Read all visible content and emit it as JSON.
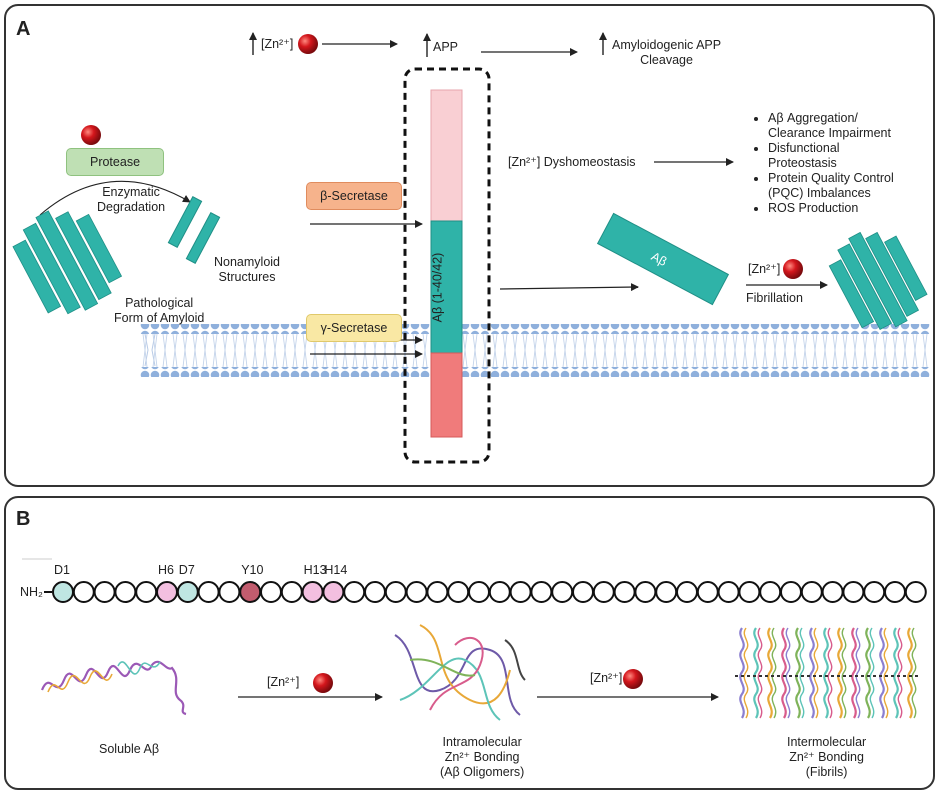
{
  "panel_a": {
    "label": "A",
    "zn_text": "[Zn²⁺]",
    "app_text": "APP",
    "cleavage_text": "Amyloidogenic APP\nCleavage",
    "protease": "Protease",
    "enzymatic": "Enzymatic\nDegradation",
    "nonamyloid": "Nonamyloid\nStructures",
    "pathological": "Pathological\nForm of Amyloid",
    "beta_secretase": "β-Secretase",
    "gamma_secretase": "γ-Secretase",
    "abeta_segment": "Aβ (1-40/42)",
    "dyshomeostasis": "[Zn²⁺] Dyshomeostasis",
    "effects": [
      "Aβ Aggregation/\nClearance Impairment",
      "Disfunctional\nProteostasis",
      "Protein Quality Control\n(PQC) Imbalances",
      "ROS Production"
    ],
    "abeta_rect": "Aβ",
    "fibril_zn": "[Zn²⁺]",
    "fibrillation": "Fibrillation"
  },
  "panel_b": {
    "label": "B",
    "nh2": "NH₂",
    "residue_count": 42,
    "residues": [
      {
        "name": "D1",
        "position": 1,
        "color": "#bfe6e2"
      },
      {
        "name": "H6",
        "position": 6,
        "color": "#f3bfe0"
      },
      {
        "name": "D7",
        "position": 7,
        "color": "#bfe6e2"
      },
      {
        "name": "Y10",
        "position": 10,
        "color": "#c25c6e"
      },
      {
        "name": "H13",
        "position": 13,
        "color": "#f3bfe0"
      },
      {
        "name": "H14",
        "position": 14,
        "color": "#f3bfe0"
      }
    ],
    "soluble": "Soluble Aβ",
    "zn1": "[Zn²⁺]",
    "intra": "Intramolecular\nZn²⁺ Bonding\n(Aβ Oligomers)",
    "zn2": "[Zn²⁺]",
    "inter": "Intermolecular\nZn²⁺ Bonding\n(Fibrils)"
  },
  "colors": {
    "teal": "#2fb3a8",
    "teal_dark": "#1f8f86",
    "pink_light": "#f9cfd3",
    "salmon": "#f07b7b",
    "zinc_red": "#c4161c",
    "protease_fill": "#bfe0b4",
    "beta_fill": "#f6b38c",
    "gamma_fill": "#f9e8a4",
    "membrane": "#8fb0dc"
  }
}
